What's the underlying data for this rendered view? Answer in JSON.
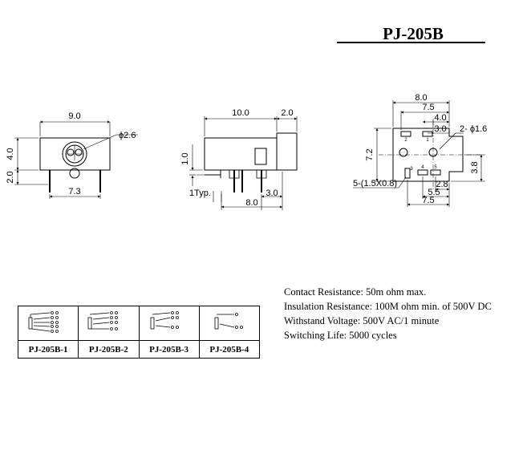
{
  "title": "PJ-205B",
  "front_view": {
    "width_label": "9.0",
    "diameter_label": "ϕ2.6",
    "height_label": "4.0",
    "pin_height_label": "2.0",
    "pin_spacing_label": "7.3"
  },
  "side_view": {
    "length_label": "10.0",
    "front_label": "2.0",
    "pin_offset_label": "1.0",
    "typ_label": "1Typ.",
    "pin_pitch_label": "3.0",
    "pin_span_label": "8.0"
  },
  "pcb_view": {
    "width_label": "8.0",
    "pin_row_label": "7.5",
    "half_label": "4.0",
    "offset_label": "3.0",
    "hole_label": "2- ϕ1.6",
    "height_label": "7.2",
    "pin_y_label": "3.8",
    "slot_label": "5-(1.5X0.8)",
    "pitch_label": "2.8",
    "span_label": "5.5",
    "bottom_label": "7.5",
    "pins": [
      "1",
      "2",
      "3",
      "4",
      "5"
    ]
  },
  "specs": [
    "Contact Resistance:    50m ohm max.",
    "Insulation Resistance: 100M ohm min. of 500V DC",
    "Withstand Voltage: 500V AC/1 minute",
    "Switching Life: 5000 cycles"
  ],
  "variants": [
    {
      "name": "PJ-205B-1"
    },
    {
      "name": "PJ-205B-2"
    },
    {
      "name": "PJ-205B-3"
    },
    {
      "name": "PJ-205B-4"
    }
  ]
}
